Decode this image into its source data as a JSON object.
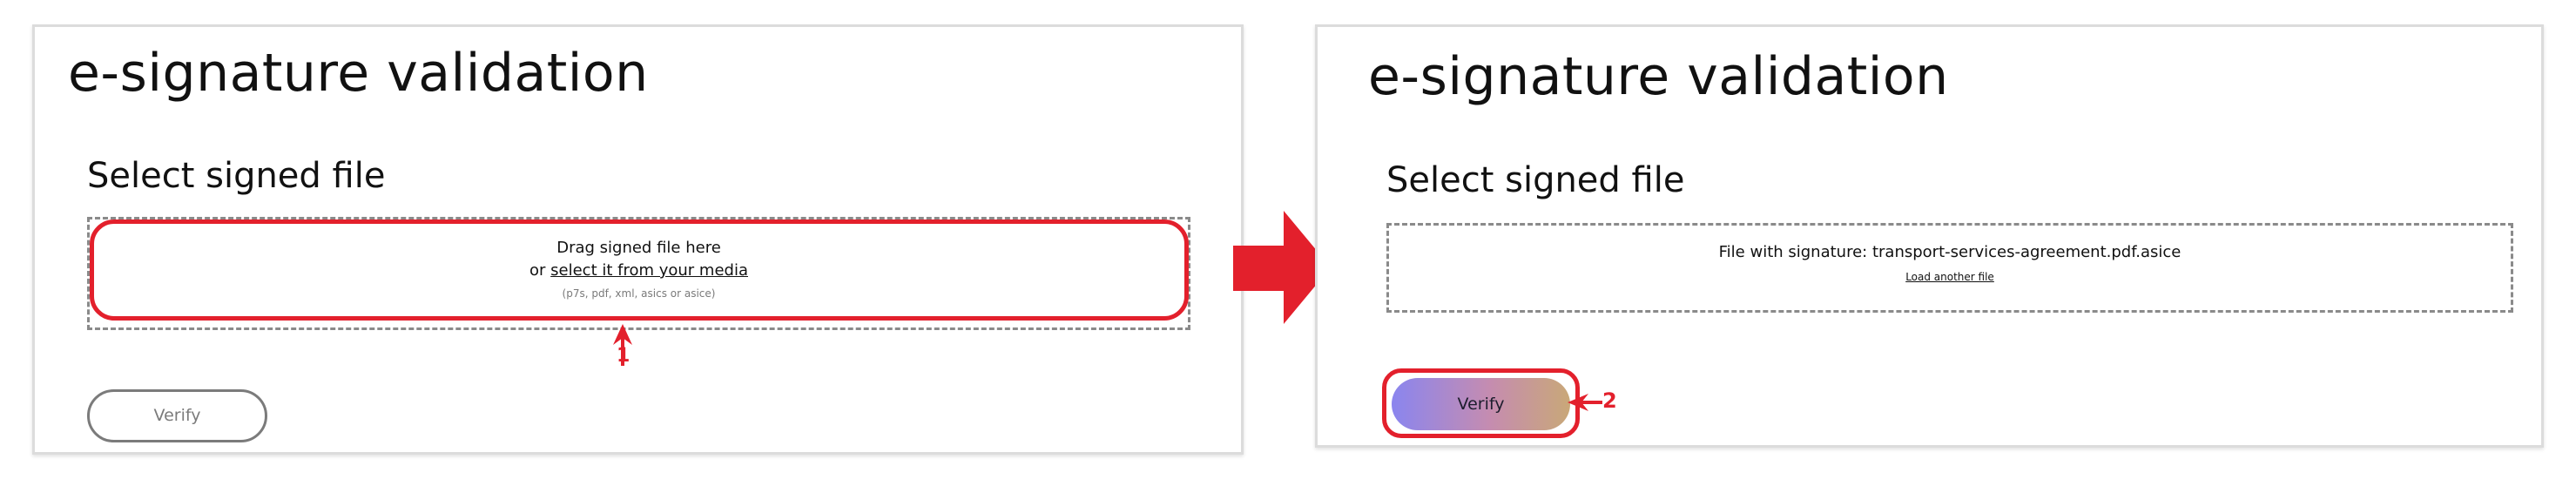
{
  "left_panel": {
    "title": "e-signature validation",
    "section_title": "Select signed file",
    "dropzone": {
      "line1": "Drag signed file here",
      "line2_prefix": "or ",
      "line2_link": "select it from your media",
      "formats": "(p7s, pdf, xml, asics or asice)"
    },
    "verify_label": "Verify"
  },
  "right_panel": {
    "title": "e-signature validation",
    "section_title": "Select signed file",
    "file_info": "File with signature: transport-services-agreement.pdf.asice",
    "load_another": "Load another file",
    "verify_label": "Verify"
  },
  "annotations": {
    "step1": "1",
    "step2": "2",
    "highlight_color": "#e3202c"
  },
  "icons": {
    "transition_arrow": "right-arrow-icon",
    "step1_pointer": "up-arrow-icon",
    "step2_pointer": "left-arrow-icon"
  }
}
